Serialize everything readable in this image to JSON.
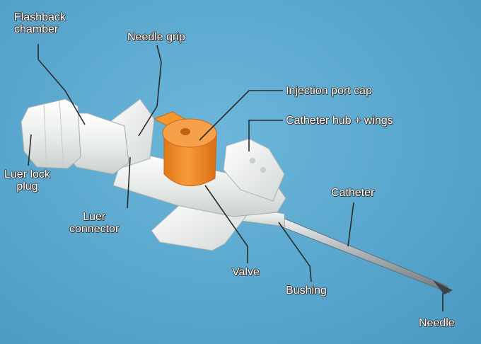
{
  "labels": {
    "flashback": [
      "Flashback",
      "chamber"
    ],
    "needle_grip": "Needle grip",
    "injection_port_cap": "Injection port cap",
    "catheter_hub_wings": "Catheter hub + wings",
    "luer_lock_plug": [
      "Luer lock",
      "plug"
    ],
    "luer_connector": [
      "Luer",
      "connector"
    ],
    "catheter": "Catheter",
    "valve": "Valve",
    "bushing": "Bushing",
    "needle": "Needle"
  },
  "colors": {
    "background": "#5aa8cf",
    "port_cap": "#f08a2a",
    "plastic": "#eef0ee",
    "leader_line": "#2b2b2b",
    "label_text": "#ffffff"
  }
}
